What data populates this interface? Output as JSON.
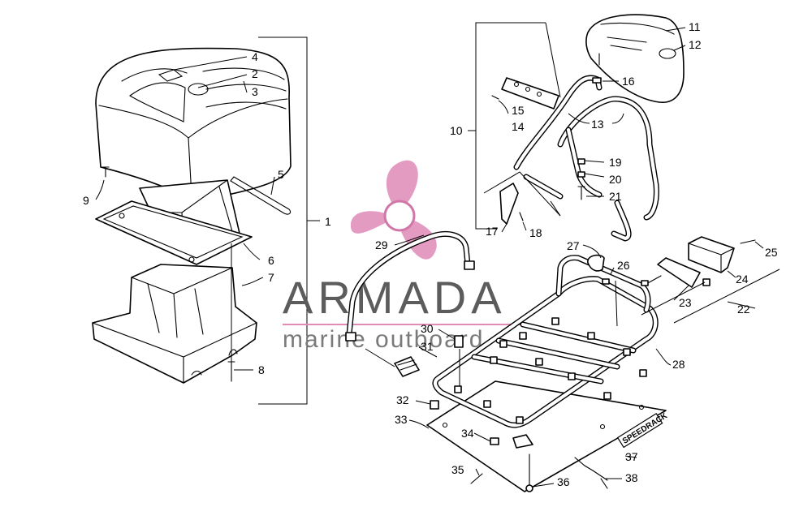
{
  "labels": {
    "1": "1",
    "2": "2",
    "3": "3",
    "4": "4",
    "5": "5",
    "6": "6",
    "7": "7",
    "8": "8",
    "9": "9",
    "10": "10",
    "11": "11",
    "12": "12",
    "13": "13",
    "14": "14",
    "15": "15",
    "16": "16",
    "17": "17",
    "18": "18",
    "19": "19",
    "20": "20",
    "21": "21",
    "22": "22",
    "23": "23",
    "24": "24",
    "25": "25",
    "26": "26",
    "27": "27",
    "28": "28",
    "29": "29",
    "30": "30",
    "31": "31",
    "32": "32",
    "33": "33",
    "34": "34",
    "35": "35",
    "36": "36",
    "37": "37",
    "38": "38"
  },
  "watermark": {
    "title": "ARMADA",
    "subtitle": "marine outboard",
    "title_color": "#5c5c5c",
    "subtitle_color": "#7a7a7a",
    "logo_color": "#e08ab8",
    "logo_dark": "#c8609a",
    "logo_name": "propeller-logo"
  },
  "badge": {
    "text": "SPEEDRACK"
  }
}
